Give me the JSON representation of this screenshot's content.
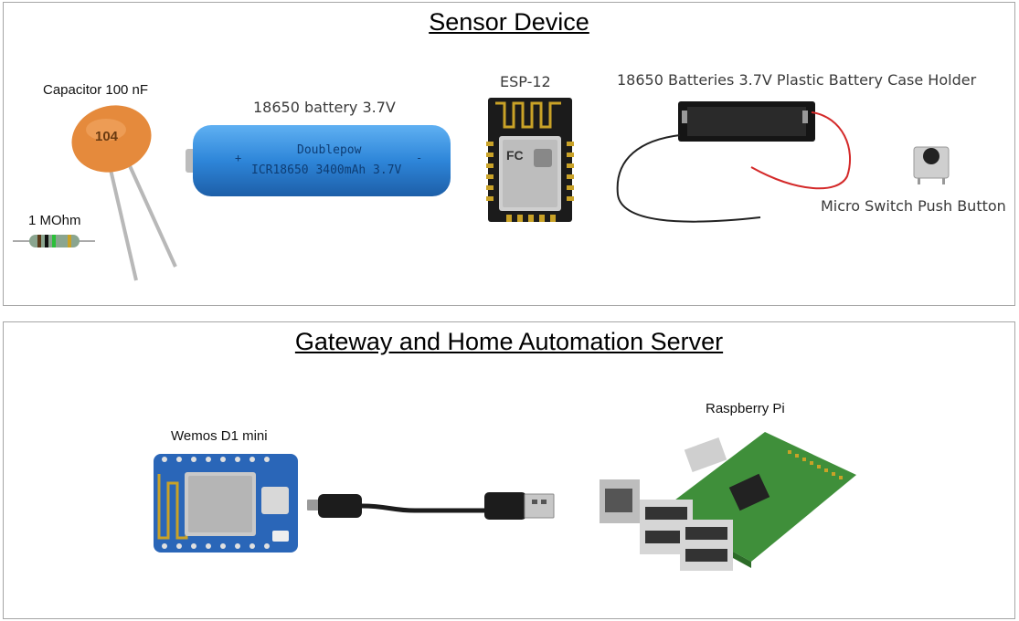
{
  "sensor_section": {
    "title": "Sensor Device",
    "capacitor_label": "Capacitor 100 nF",
    "capacitor_marking": "104",
    "resistor_label": "1 MOhm",
    "battery_label": "18650 battery 3.7V",
    "battery_brand": "Doublepow",
    "battery_spec": "ICR18650 3400mAh 3.7V",
    "esp_label": "ESP-12",
    "holder_label": "18650 Batteries 3.7V Plastic Battery Case Holder",
    "button_label": "Micro Switch Push Button"
  },
  "gateway_section": {
    "title": "Gateway and Home Automation Server",
    "wemos_label": "Wemos D1 mini",
    "rpi_label": "Raspberry Pi"
  },
  "colors": {
    "panel_border": "#a6a6a6",
    "capacitor": "#e58a3c",
    "battery": "#2e86d9",
    "pcb_blue": "#2a66b8",
    "rpi_green": "#3f8f3a"
  }
}
